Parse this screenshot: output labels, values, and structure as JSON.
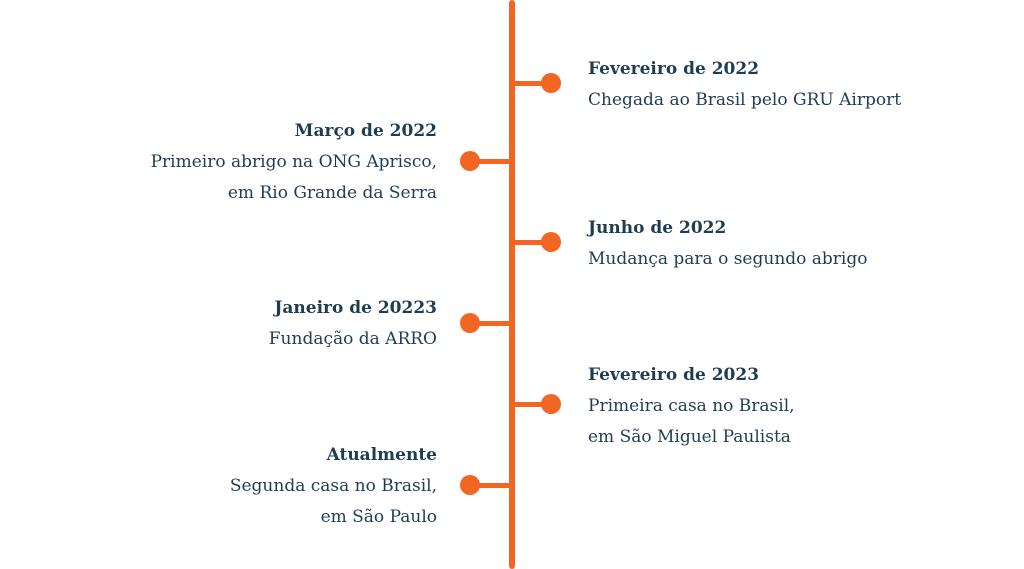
{
  "colors": {
    "accent": "#f26522",
    "text": "#1e3d53"
  },
  "events": [
    {
      "side": "right",
      "title": "Fevereiro de 2022",
      "lines": [
        "Chegada ao Brasil pelo GRU Airport"
      ]
    },
    {
      "side": "left",
      "title": "Março de 2022",
      "lines": [
        "Primeiro abrigo na ONG Aprisco,",
        "em Rio Grande da Serra"
      ]
    },
    {
      "side": "right",
      "title": "Junho de 2022",
      "lines": [
        "Mudança para o segundo abrigo"
      ]
    },
    {
      "side": "left",
      "title": "Janeiro de 20223",
      "lines": [
        "Fundação da ARRO"
      ]
    },
    {
      "side": "right",
      "title": "Fevereiro de 2023",
      "lines": [
        "Primeira casa no Brasil,",
        "em São Miguel Paulista"
      ]
    },
    {
      "side": "left",
      "title": "Atualmente",
      "lines": [
        "Segunda casa no Brasil,",
        "em São Paulo"
      ]
    }
  ]
}
